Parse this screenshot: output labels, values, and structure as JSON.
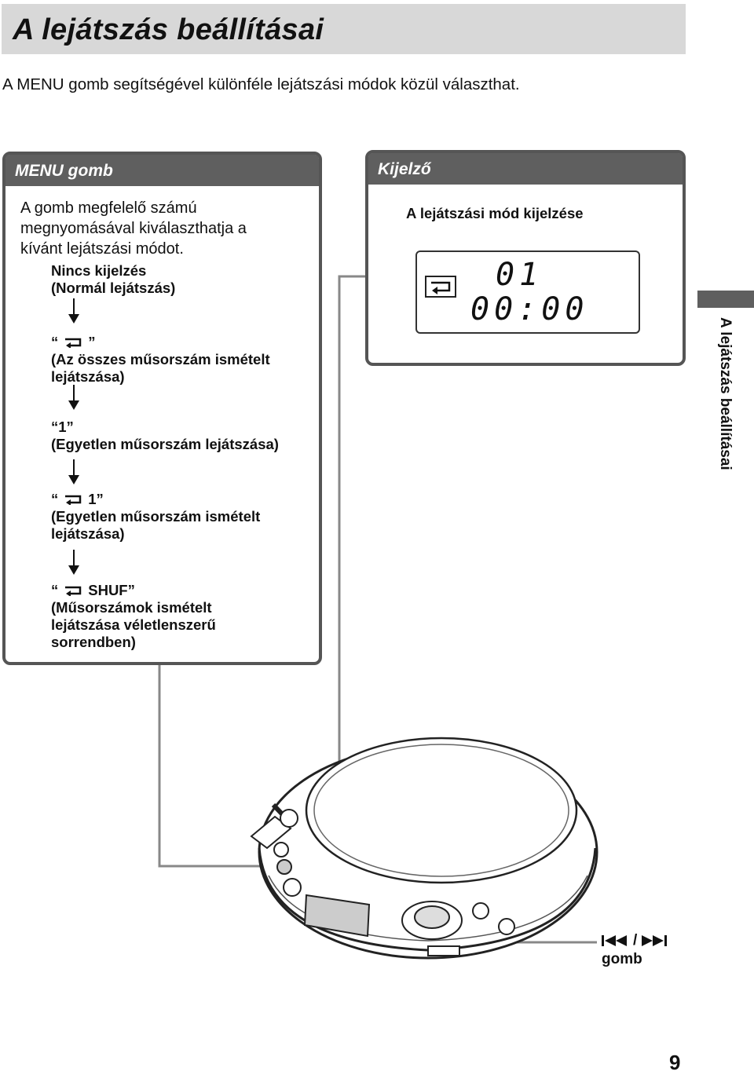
{
  "page": {
    "title": "A lejátszás beállításai",
    "intro": "A MENU gomb segítségével különféle lejátszási módok közül választhat.",
    "side_label": "A lejátszás beállításai",
    "page_number": "9"
  },
  "menu_panel": {
    "heading": "MENU gomb",
    "description": [
      "A gomb megfelelő számú",
      "megnyomásával kiválaszthatja a",
      "kívánt lejátszási módot."
    ],
    "steps": [
      {
        "mode": "",
        "lines": [
          "Nincs kijelzés",
          "(Normál lejátszás)"
        ]
      },
      {
        "mode": "“  ”",
        "lines": [
          "(Az összes műsorszám ismételt",
          "lejátszása)"
        ]
      },
      {
        "mode": "“1”",
        "lines": [
          "(Egyetlen műsorszám lejátszása)"
        ]
      },
      {
        "mode": "“  1”",
        "lines": [
          "(Egyetlen műsorszám ismételt",
          "lejátszása)"
        ]
      },
      {
        "mode": "“  SHUF”",
        "lines": [
          "(Műsorszámok ismételt",
          "lejátszása véletlenszerű",
          "sorrendben)"
        ]
      }
    ]
  },
  "display_panel": {
    "heading": "Kijelző",
    "caption": "A lejátszási mód kijelzése",
    "track": "01",
    "time": "00:00"
  },
  "skip_button": {
    "symbol": "/",
    "label": "gomb"
  },
  "icons": [
    "repeat-icon",
    "prev-track-icon",
    "next-track-icon",
    "arrow-down-icon"
  ]
}
